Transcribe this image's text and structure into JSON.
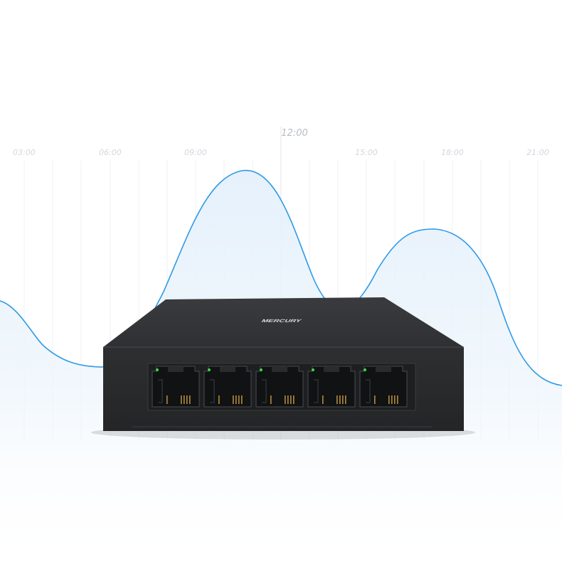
{
  "timeline": {
    "labels": [
      "03:00",
      "06:00",
      "09:00",
      "12:00",
      "15:00",
      "18:00",
      "21:00"
    ],
    "major_label": "12:00"
  },
  "device": {
    "brand": "MERCURY",
    "port_count": 5,
    "body_color": "#2b2c2e",
    "top_color": "#333437",
    "led_color": "#3bd64a"
  },
  "colors": {
    "curve": "#2f9ae6",
    "area_top": "#e7f2fb",
    "grid": "#eef0f3"
  }
}
